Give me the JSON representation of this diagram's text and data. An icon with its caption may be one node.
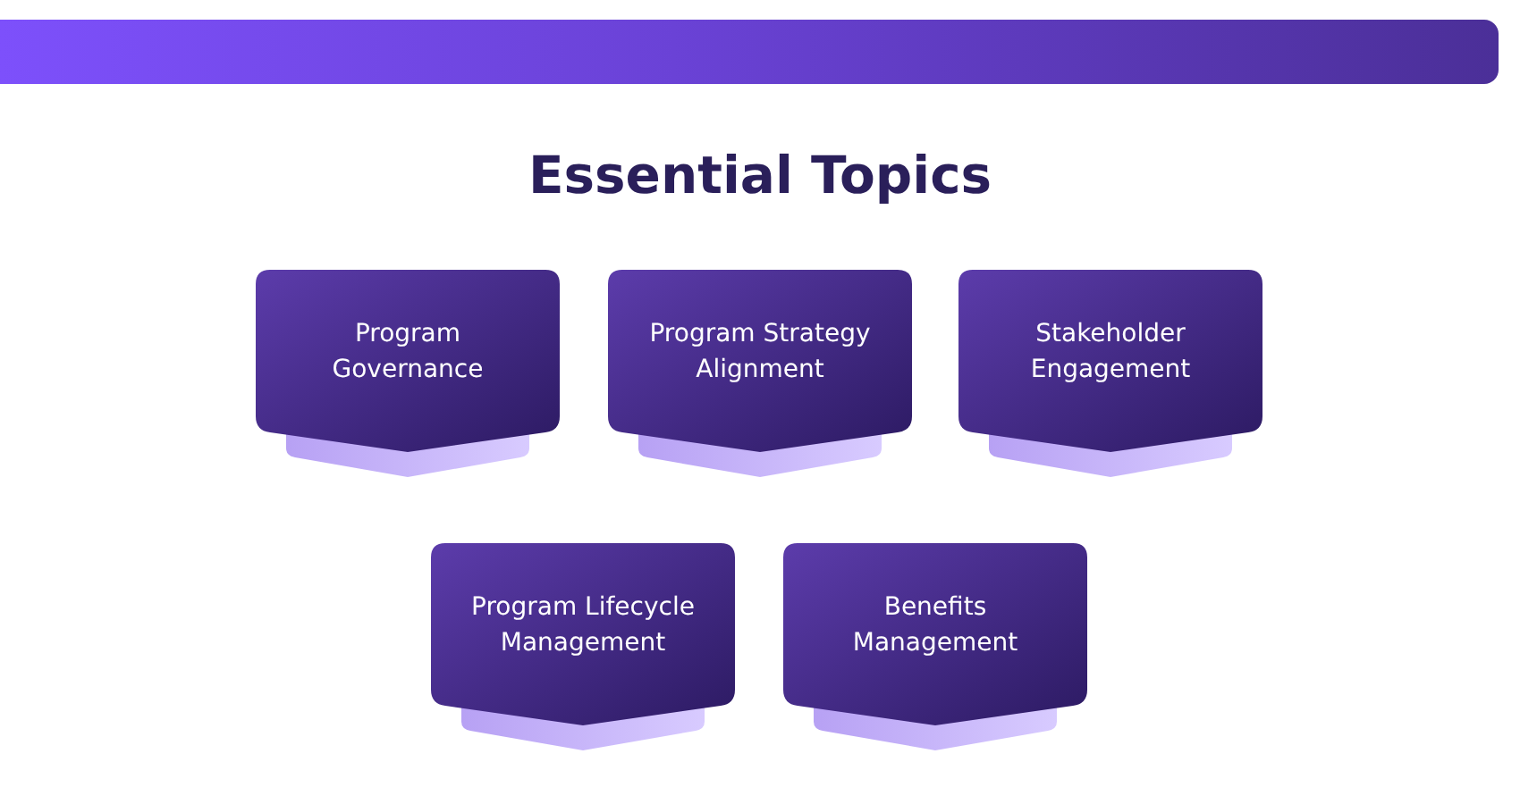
{
  "diagram": {
    "title": "Essential Topics",
    "nodes": [
      {
        "text": [
          "Program Governance"
        ]
      },
      {
        "text": [
          "Program Strategy Alignment"
        ]
      },
      {
        "text": [
          "Stakeholder Engagement"
        ]
      },
      {
        "text": [
          "Program Lifecycle Management"
        ]
      },
      {
        "text": [
          "Benefits Management"
        ]
      }
    ]
  }
}
